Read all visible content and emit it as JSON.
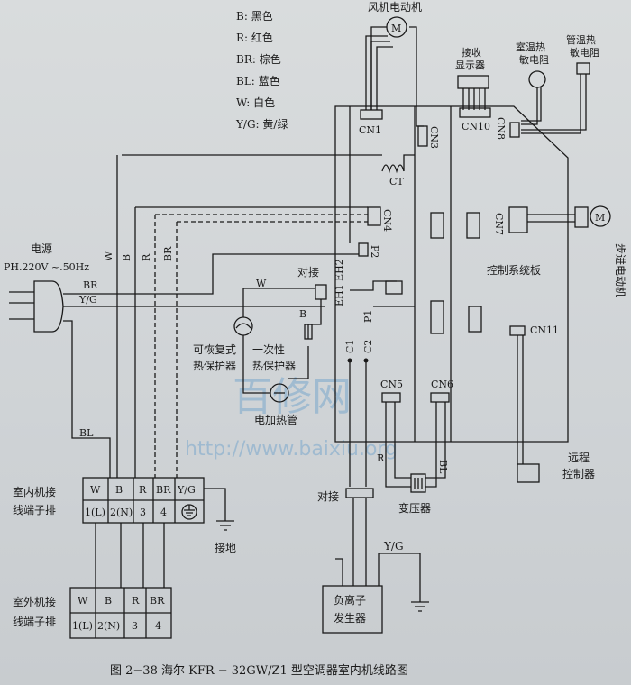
{
  "legend": [
    "B: 黑色",
    "R: 红色",
    "BR: 棕色",
    "BL: 蓝色",
    "W: 白色",
    "Y/G: 黄/绿"
  ],
  "top_labels": {
    "fan_motor": "风机电动机",
    "receiver": "接收\n显示器",
    "room_temp_sensor": "室温热\n敏电阻",
    "pipe_temp_sensor": "管温热\n敏电阻"
  },
  "connectors": {
    "cn1": "CN1",
    "cn3": "CN3",
    "cn10": "CN10",
    "cn8": "CN8",
    "ct": "CT",
    "cn4": "CN4",
    "cn7": "CN7",
    "p2": "P2",
    "p1": "P1",
    "eh1eh2": "EH1 EH2",
    "cn11": "CN11",
    "cn5": "CN5",
    "cn6": "CN6",
    "c1": "C1",
    "c2": "C2"
  },
  "labels": {
    "stepper_motor": "步进电动机",
    "control_board": "控制系统板",
    "power": "电源",
    "power_spec": "PH.220V ~.50Hz",
    "br": "BR",
    "yg": "Y/G",
    "w_vert": "W",
    "b_vert": "B",
    "r_vert": "R",
    "br_vert": "BR",
    "splice": "对接",
    "w_mid": "W",
    "b_mid": "B",
    "resettable": "可恢复式\n热保护器",
    "one_time": "一次性\n热保护器",
    "heater": "电加热管",
    "bl": "BL",
    "indoor_terminal": "室内机接\n线端子排",
    "outdoor_terminal": "室外机接\n线端子排",
    "ground": "接地",
    "splice2": "对接",
    "yg2": "Y/G",
    "ionizer": "负离子\n发生器",
    "transformer": "变压器",
    "r_small": "R",
    "bl_small": "BL",
    "remote": "远程\n控制器",
    "watermark_cn": "百修网",
    "watermark_url": "http://www.baixiu.org"
  },
  "indoor_terminal_cells": {
    "top": [
      "W",
      "B",
      "R",
      "BR",
      "Y/G"
    ],
    "bottom": [
      "1(L)",
      "2(N)",
      "3",
      "4",
      ""
    ]
  },
  "outdoor_terminal_cells": {
    "top": [
      "W",
      "B",
      "R",
      "BR"
    ],
    "bottom": [
      "1(L)",
      "2(N)",
      "3",
      "4"
    ]
  },
  "caption": "图 2−38   海尔 KFR − 32GW/Z1 型空调器室内机线路图"
}
